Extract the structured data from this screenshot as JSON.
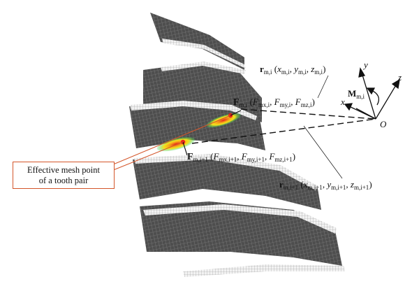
{
  "callout": {
    "line1": "Effective mesh point",
    "line2": "of a tooth pair"
  },
  "labels": {
    "r_i": {
      "bold": "r",
      "sub": "m,i",
      "tail": " (x",
      "coords": [
        "m,i",
        "m,i",
        "m,i"
      ],
      "vars": [
        "x",
        "y",
        "z"
      ]
    },
    "F_i": {
      "bold": "F",
      "sub": "m,i",
      "vars": [
        "F",
        "F",
        "F"
      ],
      "coords": [
        "mx,i",
        "my,i",
        "mz,i"
      ]
    },
    "F_i1": {
      "bold": "F",
      "sub": "m,i+1",
      "vars": [
        "F",
        "F",
        "F"
      ],
      "coords": [
        "mx,i+1",
        "my,i+1",
        "mz,i+1"
      ]
    },
    "r_i1": {
      "bold": "r",
      "sub": "m,i+1",
      "coords": [
        "m,i+1",
        "m,i+1",
        "m,i+1"
      ],
      "vars": [
        "x",
        "y",
        "z"
      ]
    },
    "M_i": {
      "bold": "M",
      "sub": "m,i"
    },
    "axis_y": "y",
    "axis_x": "x",
    "axis_z": "z",
    "origin": "O"
  },
  "colors": {
    "gear_fill": "#4a4a4a",
    "mesh_line": "#8a8a8a",
    "tooth_edge": "#e6e6e6",
    "callout_border": "#d4562a",
    "contact_red": "#e8231a",
    "contact_green": "#2bd45a",
    "contact_yellow": "#f5e21a"
  }
}
